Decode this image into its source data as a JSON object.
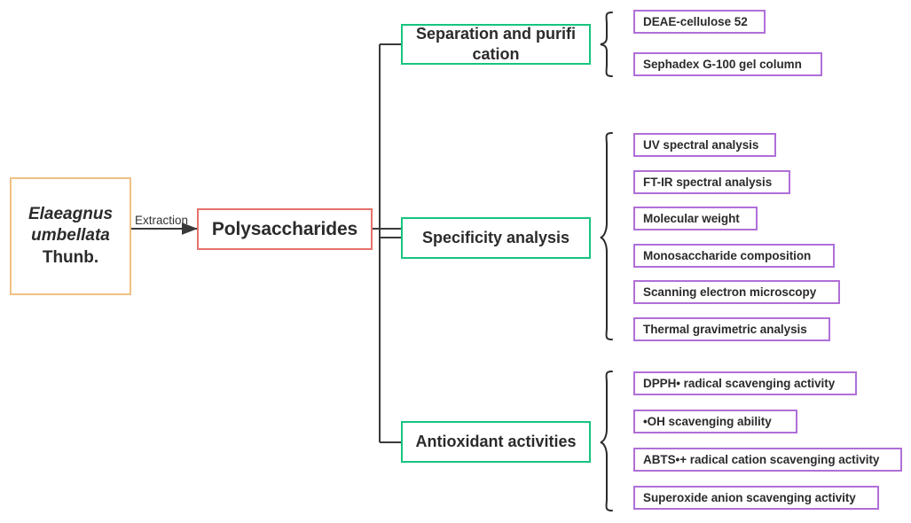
{
  "diagram": {
    "title": "Elaeagnus umbellata Thunb. polysaccharide research workflow",
    "colors": {
      "source_border": "#f0c183",
      "product_border": "#e8716b",
      "category_border": "#17c47e",
      "leaf_border": "#b06fd8",
      "connector": "#3a3a3a",
      "text": "#2b2b2b",
      "background": "#ffffff"
    },
    "source": {
      "line1": "Elaeagnus",
      "line2": "umbellata",
      "line3": "Thunb."
    },
    "edge": {
      "extraction_label": "Extraction"
    },
    "product": {
      "label": "Polysaccharides"
    },
    "branches": [
      {
        "category": "Separation and purifi cation",
        "items": [
          "DEAE-cellulose 52",
          "Sephadex G-100 gel column"
        ]
      },
      {
        "category": "Specificity analysis",
        "items": [
          "UV spectral analysis",
          "FT-IR spectral analysis",
          "Molecular weight",
          "Monosaccharide composition",
          "Scanning electron microscopy",
          "Thermal gravimetric analysis"
        ]
      },
      {
        "category": "Antioxidant activities",
        "items": [
          "DPPH• radical scavenging activity",
          "•OH scavenging ability",
          "ABTS•+ radical cation scavenging activity",
          "Superoxide anion scavenging activity"
        ]
      }
    ]
  }
}
